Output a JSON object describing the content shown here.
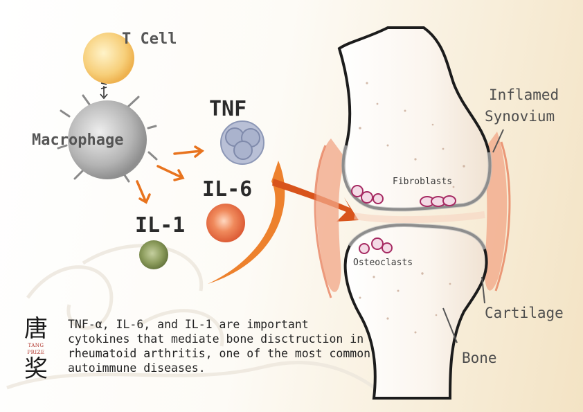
{
  "cells": {
    "t_cell": "T Cell",
    "macrophage": "Macrophage",
    "tnf": "TNF",
    "il6": "IL-6",
    "il1": "IL-1"
  },
  "joint": {
    "inflamed_synovium_line1": "Inflamed",
    "inflamed_synovium_line2": "Synovium",
    "fibroblasts": "Fibroblasts",
    "osteoclasts": "Osteoclasts",
    "cartilage": "Cartilage",
    "bone": "Bone"
  },
  "caption": {
    "line1": "TNF-α, IL-6, and IL-1 are important",
    "line2": "cytokines that mediate bone disctruction in",
    "line3": "rheumatoid arthritis, one of the most common",
    "line4": "autoimmune diseases."
  },
  "logo": {
    "glyph1": "唐",
    "glyph2": "奖",
    "brand": "TANG PRIZE"
  },
  "colors": {
    "t_cell": "#f5c46a",
    "macrophage": "#a9a9a9",
    "tnf": "#9aa6c4",
    "il6": "#e2613b",
    "il1": "#76864a",
    "arrow": "#e8731e",
    "synovium": "#e58a66",
    "osteoclast": "#b0306e",
    "cartilage": "#c8c8c8"
  }
}
